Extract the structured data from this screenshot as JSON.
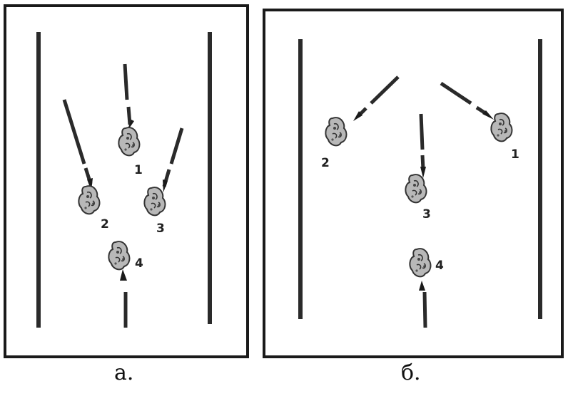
{
  "panels": [
    {
      "caption": "а.",
      "labels": [
        "1",
        "2",
        "3",
        "4"
      ]
    },
    {
      "caption": "б.",
      "labels": [
        "1",
        "2",
        "3",
        "4"
      ]
    }
  ],
  "colors": {
    "line": "#2a2a2a",
    "frame": "#1a1a1a",
    "blob": "#9a9a9a",
    "blob_dark": "#333333"
  }
}
